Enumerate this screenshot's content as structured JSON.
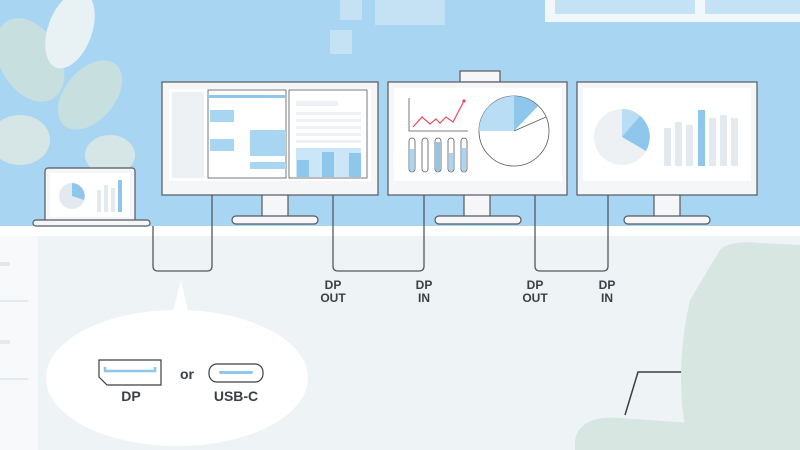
{
  "colors": {
    "sky": "#a8d5f2",
    "floor": "#eef3f6",
    "accent": "#8ec6ec",
    "line": "#55595e",
    "red": "#e8475c",
    "chair": "#d8e6e1"
  },
  "connections": [
    {
      "top": "DP",
      "bottom": "OUT"
    },
    {
      "top": "DP",
      "bottom": "IN"
    },
    {
      "top": "DP",
      "bottom": "OUT"
    },
    {
      "top": "DP",
      "bottom": "IN"
    }
  ],
  "callout": {
    "port1": "DP",
    "separator": "or",
    "port2": "USB-C"
  }
}
